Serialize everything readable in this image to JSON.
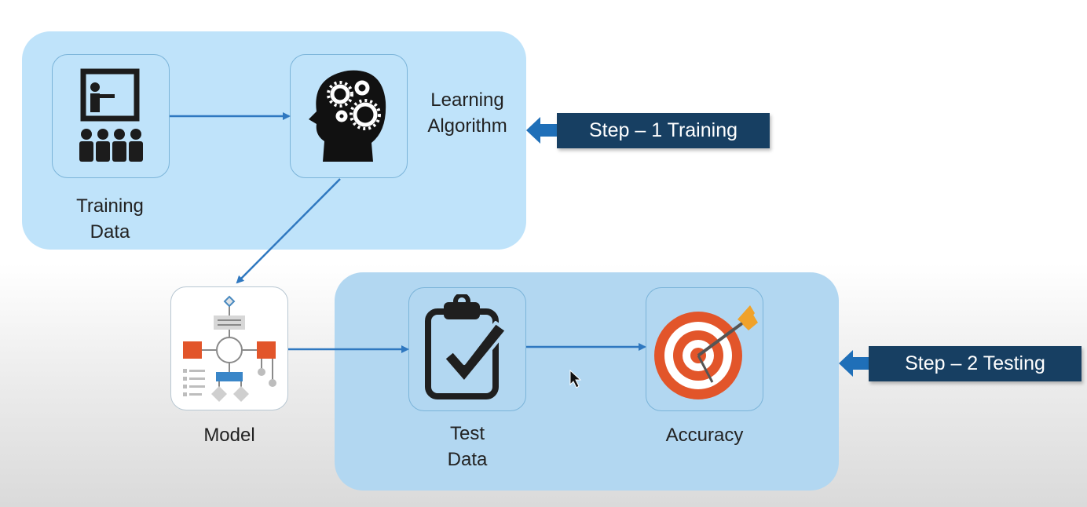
{
  "nodes": {
    "training_data": {
      "label_line1": "Training",
      "label_line2": "Data",
      "icon": "presentation-icon"
    },
    "learning_algorithm": {
      "label_line1": "Learning",
      "label_line2": "Algorithm",
      "icon": "brain-gears-icon"
    },
    "model": {
      "label": "Model",
      "icon": "flowchart-icon"
    },
    "test_data": {
      "label_line1": "Test",
      "label_line2": "Data",
      "icon": "clipboard-check-icon"
    },
    "accuracy": {
      "label": "Accuracy",
      "icon": "target-icon"
    }
  },
  "steps": {
    "step1": "Step – 1 Training",
    "step2": "Step – 2 Testing"
  },
  "colors": {
    "panel_training": "#bfe3fa",
    "panel_testing": "#b2d7f1",
    "arrow": "#2f78c0",
    "step_box": "#173f62",
    "step_arrow": "#1f6fb8",
    "target_red": "#e2552a"
  }
}
